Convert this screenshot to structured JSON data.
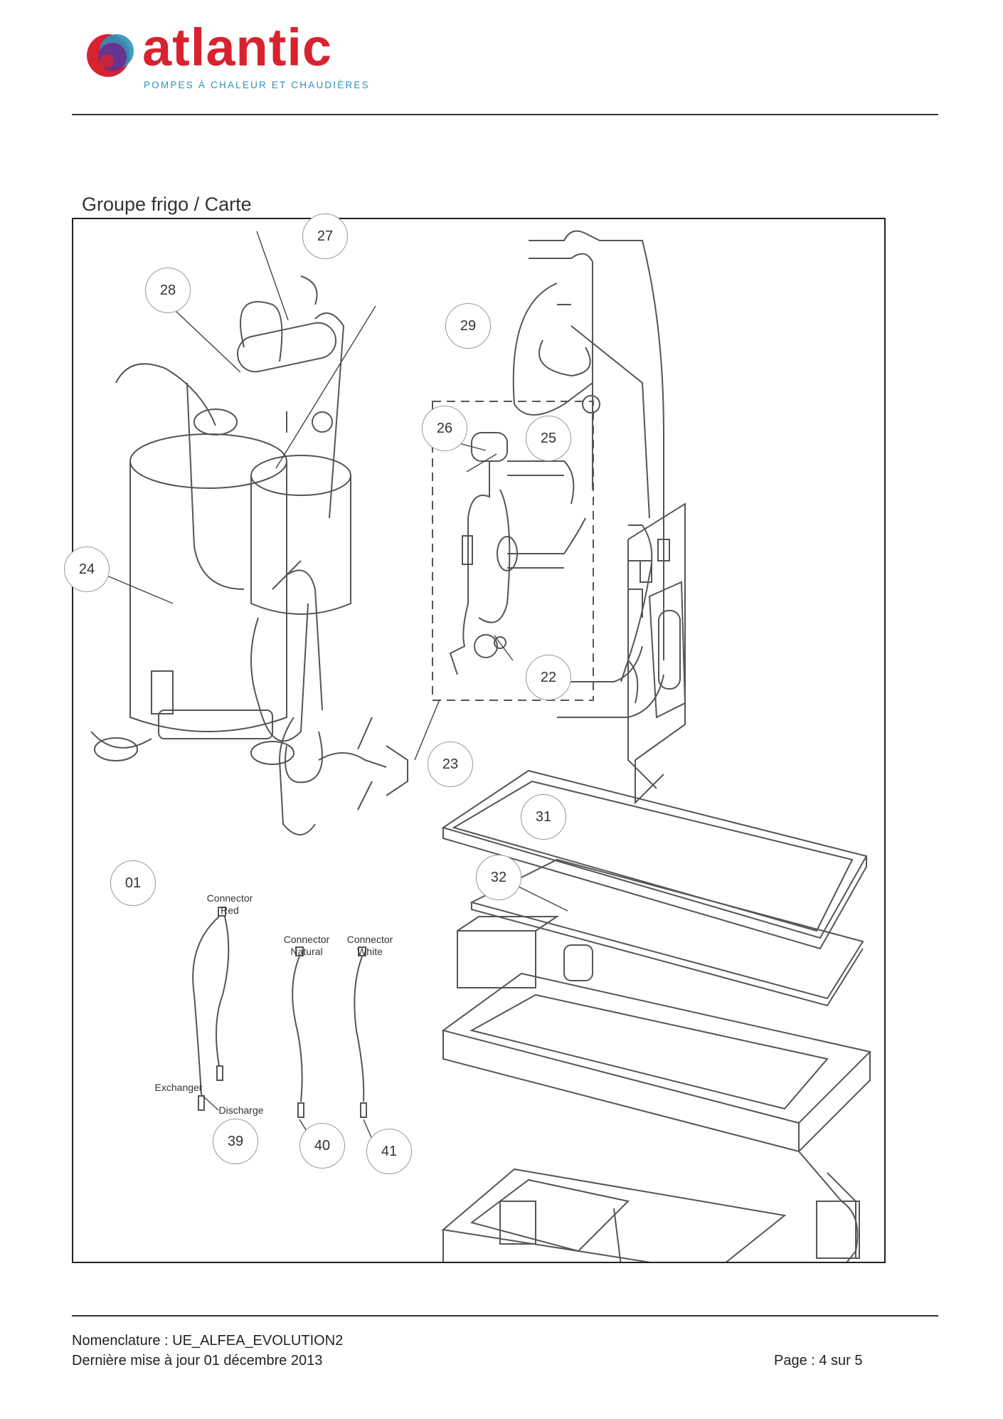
{
  "header": {
    "brand": "atlantic",
    "tagline": "POMPES À CHALEUR ET CHAUDIÈRES",
    "colors": {
      "red": "#d7232f",
      "blue": "#2b91b8",
      "purple": "#6a2c8f"
    }
  },
  "section_title": "Groupe frigo / Carte",
  "callouts": {
    "c27": "27",
    "c28": "28",
    "c29": "29",
    "c26": "26",
    "c25": "25",
    "c24": "24",
    "c22": "22",
    "c23": "23",
    "c31": "31",
    "c32": "32",
    "c01": "01",
    "c39": "39",
    "c40": "40",
    "c41": "41"
  },
  "wire_labels": {
    "connector_red": "Connector\nRed",
    "connector_natural": "Connector\nNatural",
    "connector_white": "Connector\nWhite",
    "exchanger": "Exchanger",
    "discharge": "Discharge"
  },
  "footer": {
    "nomenclature": "Nomenclature : UE_ALFEA_EVOLUTION2",
    "updated": "Dernière mise à jour 01 décembre 2013",
    "page": "Page : 4 sur 5"
  }
}
